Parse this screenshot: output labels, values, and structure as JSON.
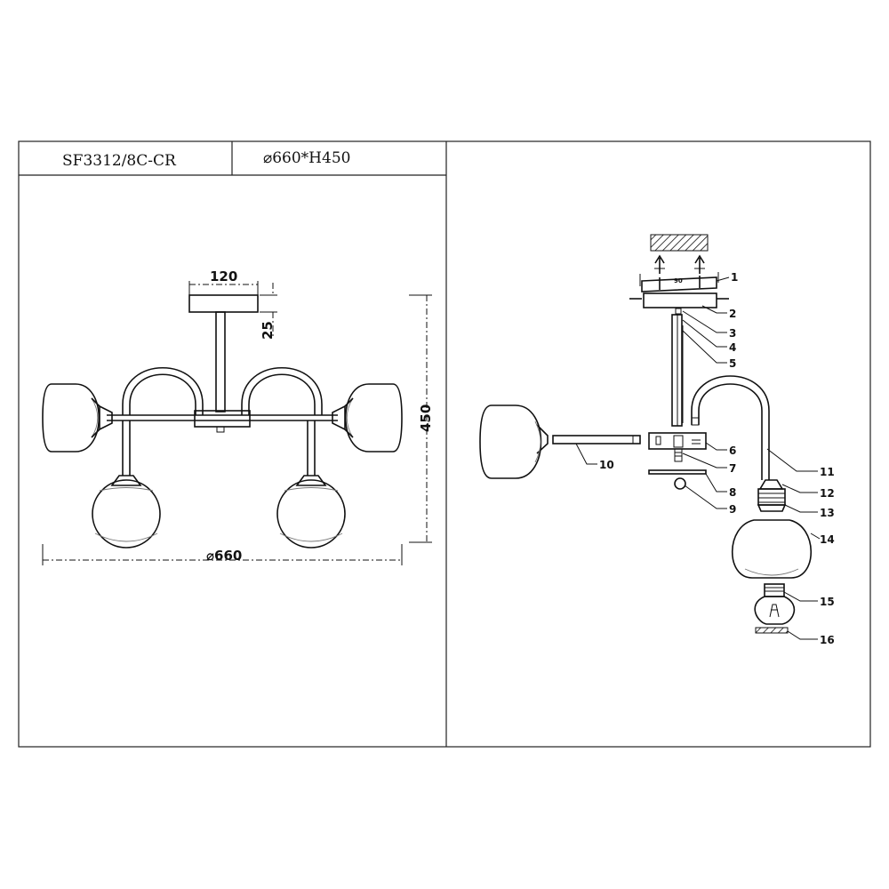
{
  "header": {
    "model": "SF3312/8C-CR",
    "size": "⌀660*H450"
  },
  "dimensions": {
    "canopy_width": "120",
    "canopy_height": "25",
    "height": "450",
    "diameter": "⌀660",
    "mount_spacing": "90"
  },
  "parts": [
    "1",
    "2",
    "3",
    "4",
    "5",
    "6",
    "7",
    "8",
    "9",
    "10",
    "11",
    "12",
    "13",
    "14",
    "15",
    "16"
  ]
}
